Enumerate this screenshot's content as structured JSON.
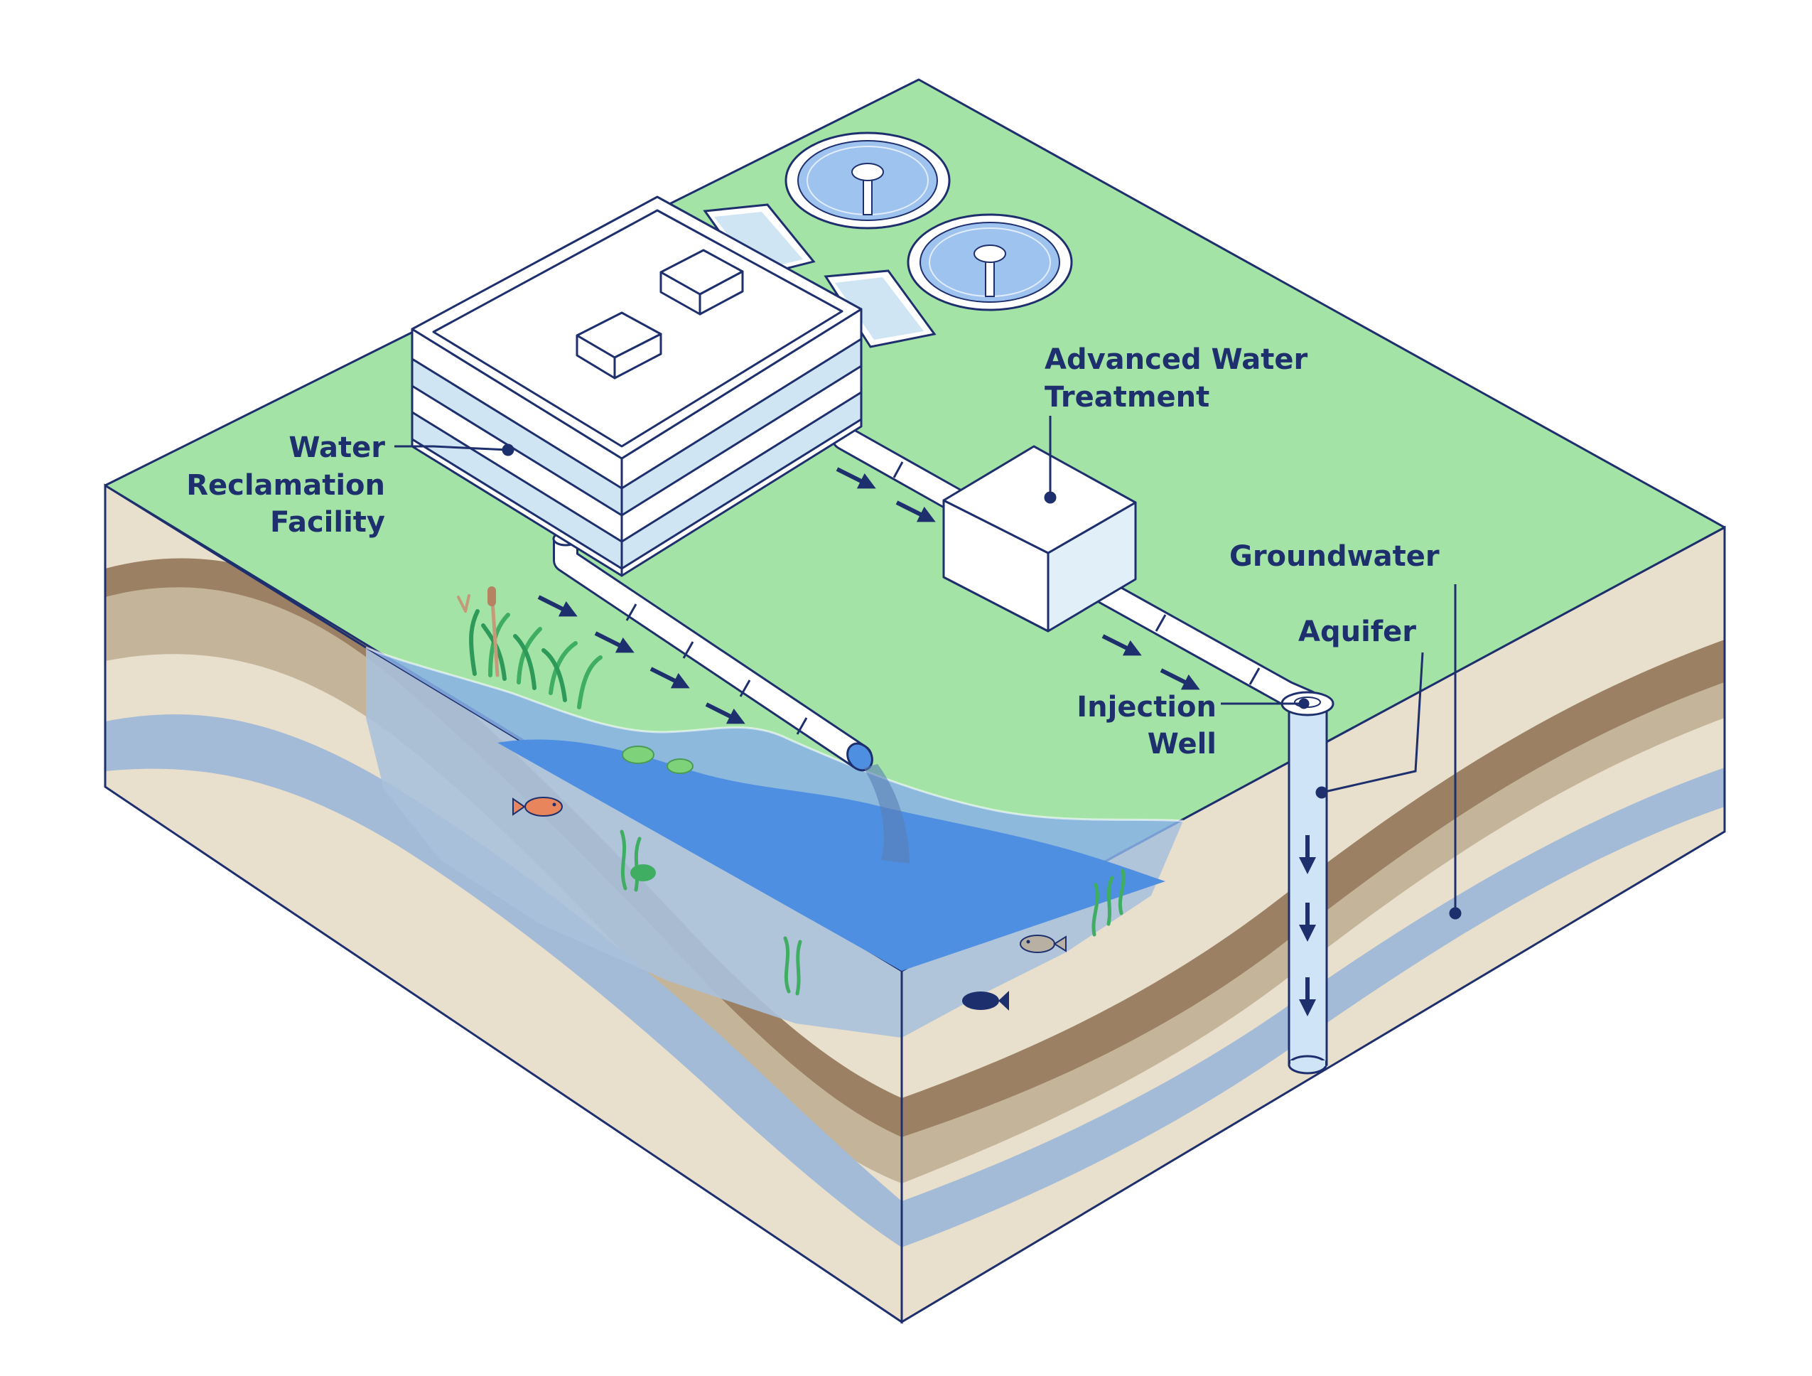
{
  "labels": {
    "water_reclamation_facility": [
      "Water",
      "Reclamation",
      "Facility"
    ],
    "advanced_water_treatment": [
      "Advanced Water",
      "Treatment"
    ],
    "groundwater": "Groundwater",
    "aquifer": "Aquifer",
    "injection_well": [
      "Injection",
      "Well"
    ]
  },
  "colors": {
    "outline": "#1e2f6e",
    "grass": "#a4e3a6",
    "sand": "#e8dfcc",
    "tan": "#c4b49a",
    "soil": "#9b8063",
    "groundwater": "#a3bbd6",
    "lake_shallow": "#7fa6e0",
    "lake_deep": "#4f8fe2",
    "building": "#ffffff",
    "building_band": "#cfe5f3"
  },
  "icons": [
    "arrow-icon",
    "fish-icon",
    "lily-pad-icon",
    "reed-icon",
    "seaweed-icon",
    "clarifier-tank-icon"
  ]
}
